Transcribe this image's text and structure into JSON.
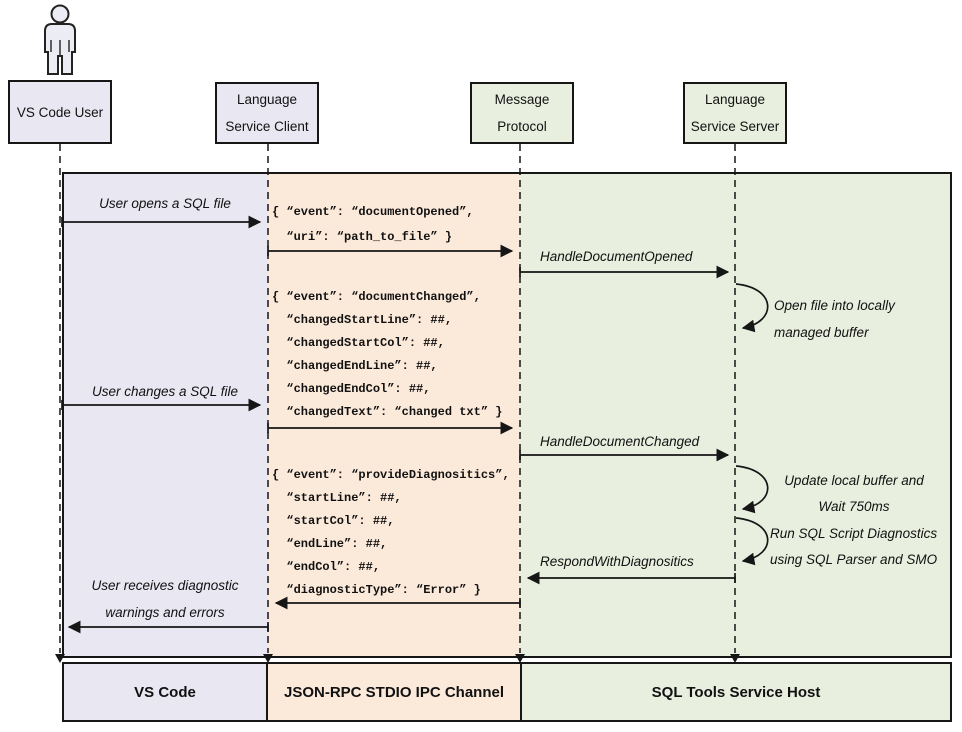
{
  "colors": {
    "lavender": "#e8e7f2",
    "peach": "#fbe9da",
    "green": "#e9efdf",
    "ink": "#161616"
  },
  "actors": {
    "user": {
      "lines": [
        "VS Code User"
      ]
    },
    "client": {
      "lines": [
        "Language",
        "Service Client"
      ]
    },
    "protocol": {
      "lines": [
        "Message",
        "Protocol"
      ]
    },
    "server": {
      "lines": [
        "Language",
        "Service Server"
      ]
    }
  },
  "messages": {
    "user_opens": "User opens a SQL file",
    "handle_document_opened": "HandleDocumentOpened",
    "open_file_note": [
      "Open file into locally",
      "managed buffer"
    ],
    "user_changes": "User changes a SQL file",
    "handle_document_changed": "HandleDocumentChanged",
    "update_buffer_note": [
      "Update local buffer and",
      "Wait 750ms"
    ],
    "run_diag_note": [
      "Run SQL Script Diagnostics",
      "using SQL Parser and SMO"
    ],
    "respond_with_diagnostics": "RespondWithDiagnositics",
    "user_receives_note": [
      "User receives diagnostic",
      "warnings and errors"
    ]
  },
  "json_messages": {
    "document_opened": [
      "{ “event”: “documentOpened”,",
      "  “uri”: “path_to_file” }"
    ],
    "document_changed": [
      "{ “event”: “documentChanged”,",
      "  “changedStartLine”: ##,",
      "  “changedStartCol”: ##,",
      "  “changedEndLine”: ##,",
      "  “changedEndCol”: ##,",
      "  “changedText”: “changed txt” }"
    ],
    "provide_diagnostics": [
      "{ “event”: “provideDiagnositics”,",
      "  “startLine”: ##,",
      "  “startCol”: ##,",
      "  “endLine”: ##,",
      "  “endCol”: ##,",
      "  “diagnosticType”: “Error” }"
    ]
  },
  "footer": {
    "vscode": "VS Code",
    "jsonrpc": "JSON-RPC STDIO IPC Channel",
    "sqltools": "SQL Tools Service Host"
  }
}
